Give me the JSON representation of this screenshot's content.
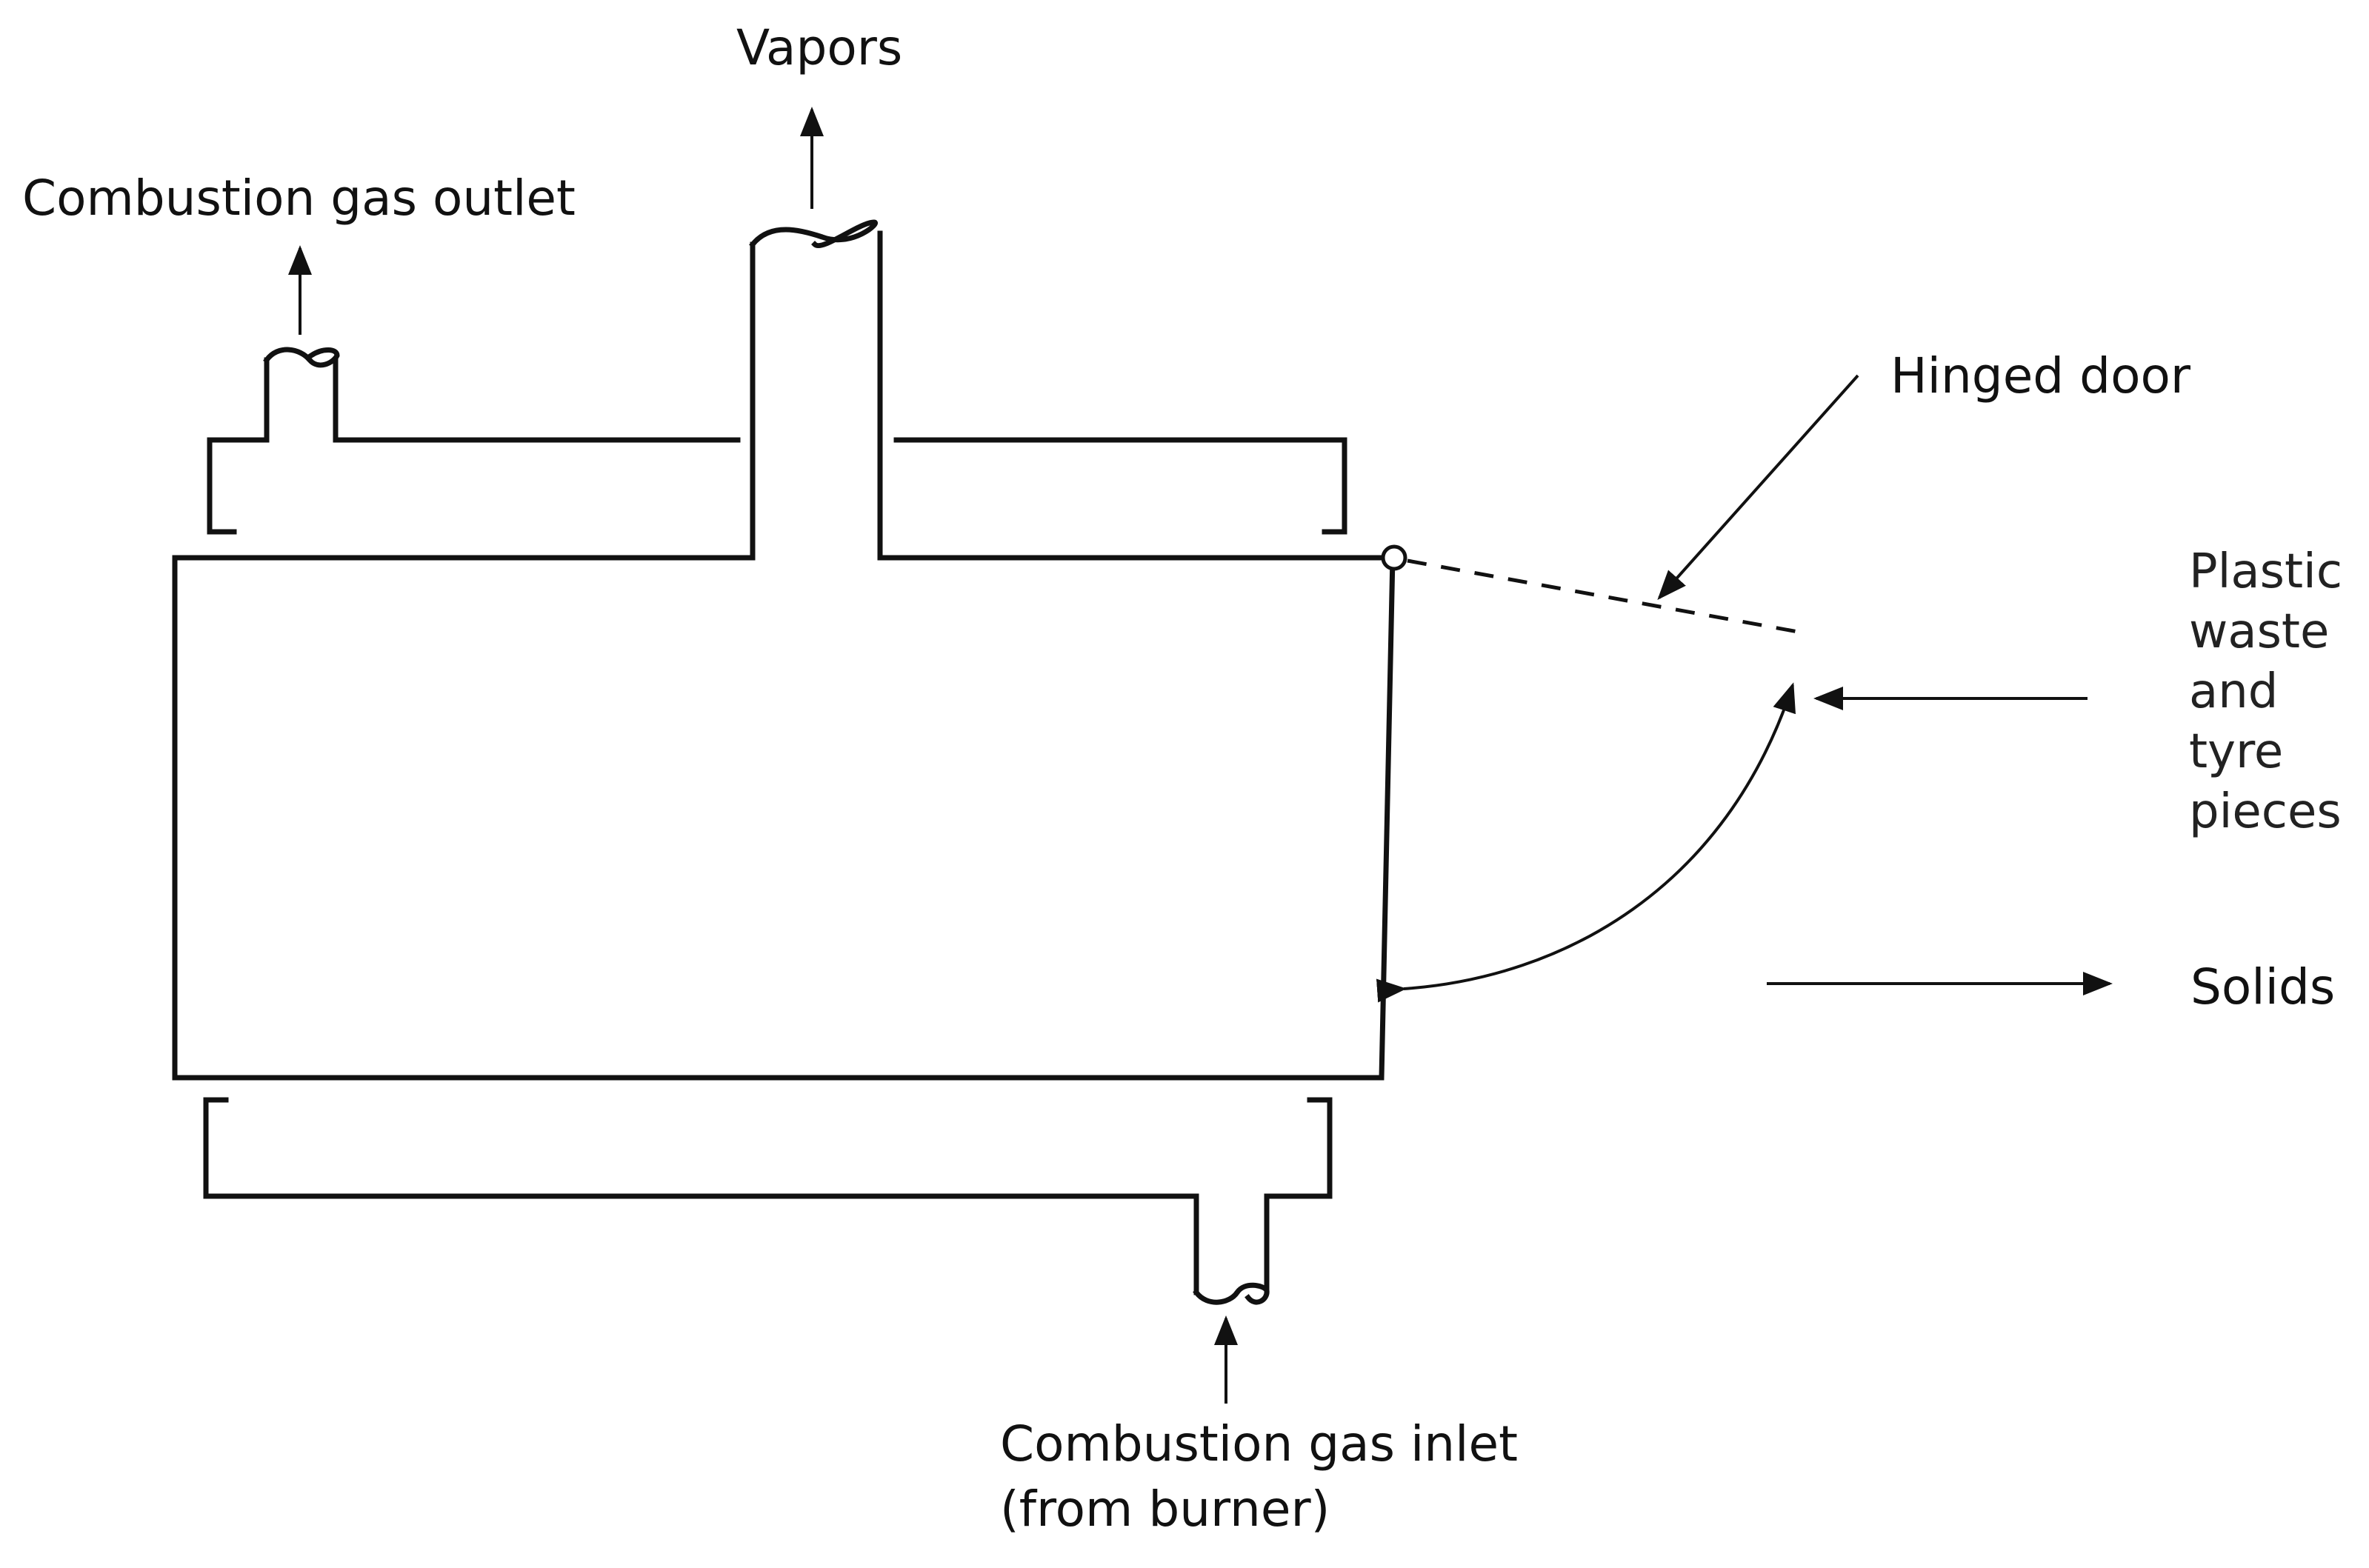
{
  "labels": {
    "vapors": "Vapors",
    "combustion_gas_outlet": "Combustion gas outlet",
    "hinged_door": "Hinged door",
    "feed": [
      "Plastic",
      "waste",
      "and",
      "tyre",
      "pieces"
    ],
    "solids": "Solids",
    "combustion_gas_inlet": [
      "Combustion gas inlet",
      "(from burner)"
    ]
  },
  "colors": {
    "line": "#111111",
    "background": "#ffffff"
  }
}
